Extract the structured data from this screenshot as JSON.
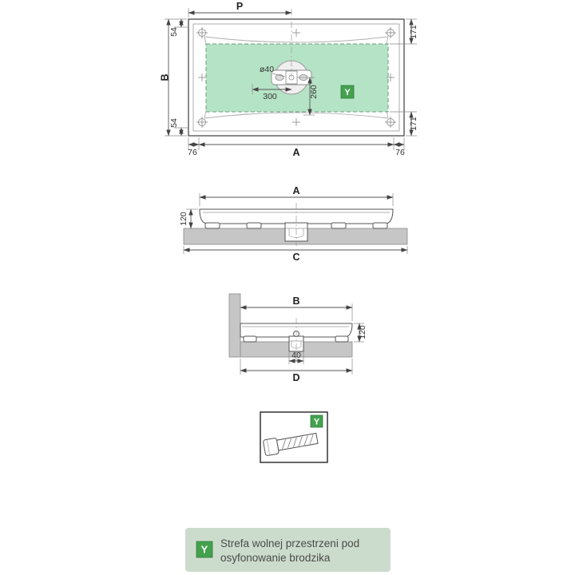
{
  "colors": {
    "zone_green": "#b5e3c6",
    "badge_green": "#44a14e",
    "legend_bg": "#ccdccc",
    "base_gray": "#c6c6c6"
  },
  "top_view": {
    "label_p": "P",
    "label_b": "B",
    "label_a": "A",
    "dim_54_top": "54",
    "dim_54_bottom": "54",
    "dim_171_top": "171",
    "dim_171_bottom": "171",
    "dim_76_left": "76",
    "dim_76_right": "76",
    "dim_dia40": "ø40",
    "dim_300": "300",
    "dim_260": "260",
    "zone_badge": "Y"
  },
  "front_view": {
    "label_a": "A",
    "dim_120": "120",
    "label_c": "C"
  },
  "side_view": {
    "label_b": "B",
    "dim_120": "120",
    "dim_40": "40",
    "label_d": "D"
  },
  "detail": {
    "zone_badge": "Y"
  },
  "legend": {
    "badge": "Y",
    "line1": "Strefa wolnej przestrzeni pod",
    "line2": "osyfonowanie brodzika"
  }
}
